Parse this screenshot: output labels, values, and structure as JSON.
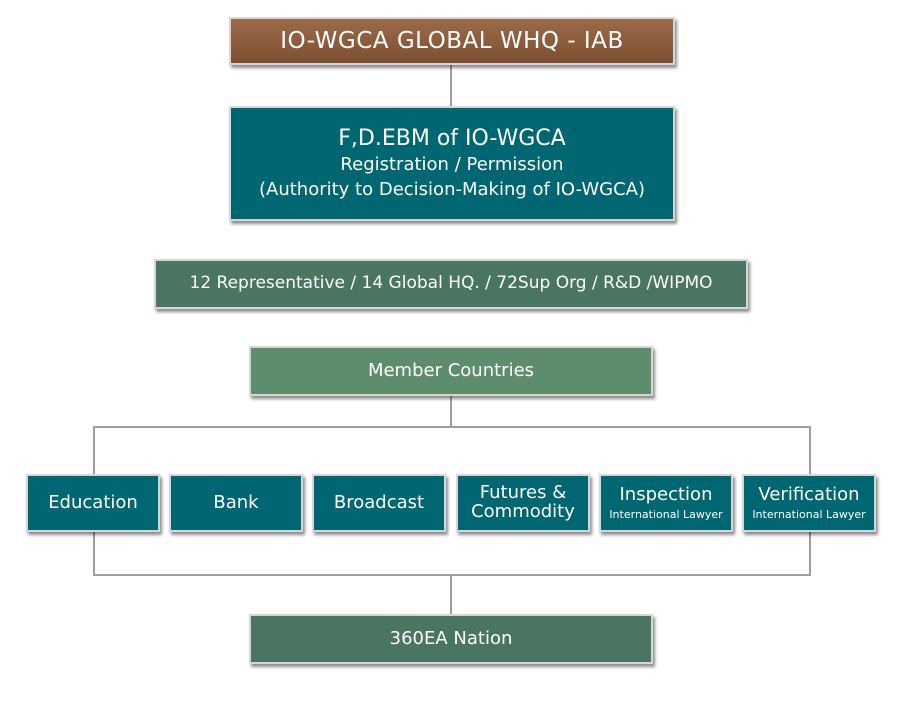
{
  "top": {
    "title": "IO-WGCA GLOBAL WHQ - IAB"
  },
  "fdebm": {
    "line1": "F,D.EBM of IO-WGCA",
    "line2": "Registration / Permission",
    "line3": "(Authority to Decision-Making of IO-WGCA)"
  },
  "representatives": {
    "label": "12 Representative / 14 Global HQ. / 72Sup Org / R&D /WIPMO"
  },
  "members": {
    "label": "Member Countries"
  },
  "children": {
    "education": {
      "label": "Education"
    },
    "bank": {
      "label": "Bank"
    },
    "broadcast": {
      "label": "Broadcast"
    },
    "futures": {
      "line1": "Futures &",
      "line2": "Commodity"
    },
    "inspection": {
      "label": "Inspection",
      "sub": "International Lawyer"
    },
    "verification": {
      "label": "Verification",
      "sub": "International Lawyer"
    }
  },
  "nation": {
    "label": "360EA Nation"
  },
  "colors": {
    "brown": "#8a5a3c",
    "teal": "#006672",
    "green_dark": "#4a7560",
    "green_light": "#5e8d6e",
    "connector": "#9e9e9e"
  }
}
